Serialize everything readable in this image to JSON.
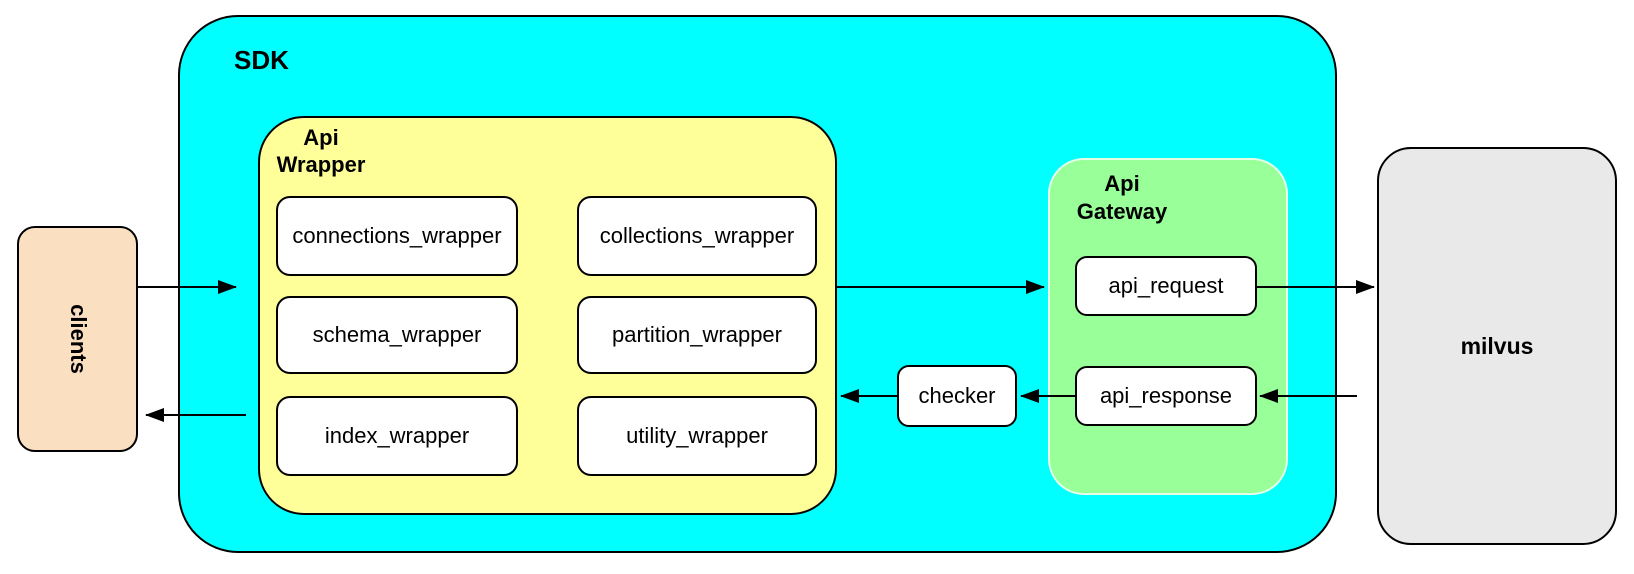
{
  "colors": {
    "sdk_fill": "#00FFFF",
    "api_wrapper_fill": "#FFFF99",
    "api_gateway_fill": "#99FF99",
    "clients_fill": "#FBDFC1",
    "milvus_fill": "#E9E9E9",
    "node_fill": "#FFFFFF",
    "border": "#000000"
  },
  "nodes": {
    "clients": {
      "label": "clients"
    },
    "sdk": {
      "label": "SDK"
    },
    "api_wrapper": {
      "label_line1": "Api",
      "label_line2": "Wrapper",
      "items": [
        "connections_wrapper",
        "collections_wrapper",
        "schema_wrapper",
        "partition_wrapper",
        "index_wrapper",
        "utility_wrapper"
      ]
    },
    "api_gateway": {
      "label_line1": "Api",
      "label_line2": "Gateway"
    },
    "api_request": {
      "label": "api_request"
    },
    "api_response": {
      "label": "api_response"
    },
    "checker": {
      "label": "checker"
    },
    "milvus": {
      "label": "milvus"
    }
  },
  "edges": [
    {
      "from": "clients",
      "to": "SDK"
    },
    {
      "from": "SDK",
      "to": "clients"
    },
    {
      "from": "Api Wrapper",
      "to": "api_request"
    },
    {
      "from": "api_request",
      "to": "milvus"
    },
    {
      "from": "milvus",
      "to": "api_response"
    },
    {
      "from": "api_response",
      "to": "checker"
    },
    {
      "from": "checker",
      "to": "Api Wrapper"
    }
  ]
}
